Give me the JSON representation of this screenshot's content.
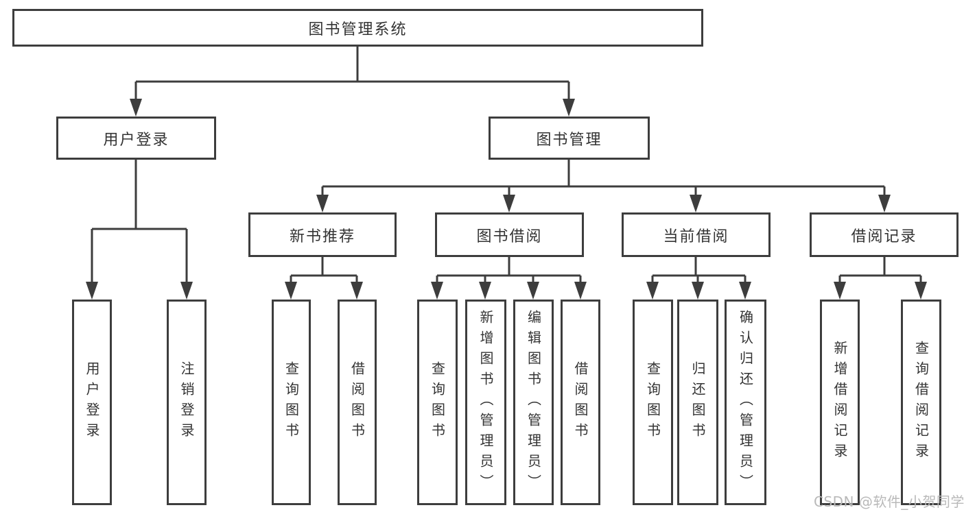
{
  "colors": {
    "background": "#ffffff",
    "line": "#3d3d3d",
    "text": "#333333",
    "watermark": "#b9b9b9"
  },
  "diagram": {
    "root": {
      "label": "图书管理系统"
    },
    "branches": [
      {
        "label": "用户登录",
        "children": [
          {
            "label": "用户登录"
          },
          {
            "label": "注销登录"
          }
        ]
      },
      {
        "label": "图书管理",
        "children": [
          {
            "label": "新书推荐",
            "children": [
              {
                "label": "查询图书"
              },
              {
                "label": "借阅图书"
              }
            ]
          },
          {
            "label": "图书借阅",
            "children": [
              {
                "label": "查询图书"
              },
              {
                "label": "新增图书（管理员）"
              },
              {
                "label": "编辑图书（管理员）"
              },
              {
                "label": "借阅图书"
              }
            ]
          },
          {
            "label": "当前借阅",
            "children": [
              {
                "label": "查询图书"
              },
              {
                "label": "归还图书"
              },
              {
                "label": "确认归还（管理员）"
              }
            ]
          },
          {
            "label": "借阅记录",
            "children": [
              {
                "label": "新增借阅记录"
              },
              {
                "label": "查询借阅记录"
              }
            ]
          }
        ]
      }
    ]
  },
  "watermark": {
    "text": "CSDN @软件_小贺同学"
  }
}
